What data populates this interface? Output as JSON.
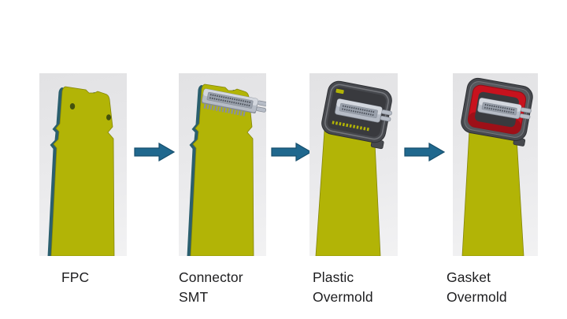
{
  "diagram": {
    "kind": "process-flow",
    "steps": [
      {
        "id": "fpc",
        "line1": "FPC",
        "line2": ""
      },
      {
        "id": "connector-smt",
        "line1": "Connector",
        "line2": "SMT"
      },
      {
        "id": "plastic-overmold",
        "line1": "Plastic",
        "line2": "Overmold"
      },
      {
        "id": "gasket-overmold",
        "line1": "Gasket",
        "line2": "Overmold"
      }
    ]
  },
  "colors": {
    "page-bg": "#ffffff",
    "panel-bg": "#e9e9ea",
    "arrow": "#20688e",
    "arrow-border": "#174f6d",
    "fpc": "#b2b406",
    "fpc-dark": "#84860a",
    "fpc-hole": "#44510e",
    "fpc-edge": "#2b5f6e",
    "connector": "#b6bcc6",
    "connector-light": "#d3d7de",
    "connector-dark": "#848a94",
    "pin-strip": "#99a0ab",
    "pins": "#4a4f58",
    "teeth": "#8a909a",
    "housing": "#47494e",
    "housing-dark": "#2e3034",
    "housing-light": "#75777c",
    "cavity": "#393a3e",
    "gasket": "#c8121e",
    "gasket-dark": "#9e1018",
    "label": "#1d1d1f"
  }
}
